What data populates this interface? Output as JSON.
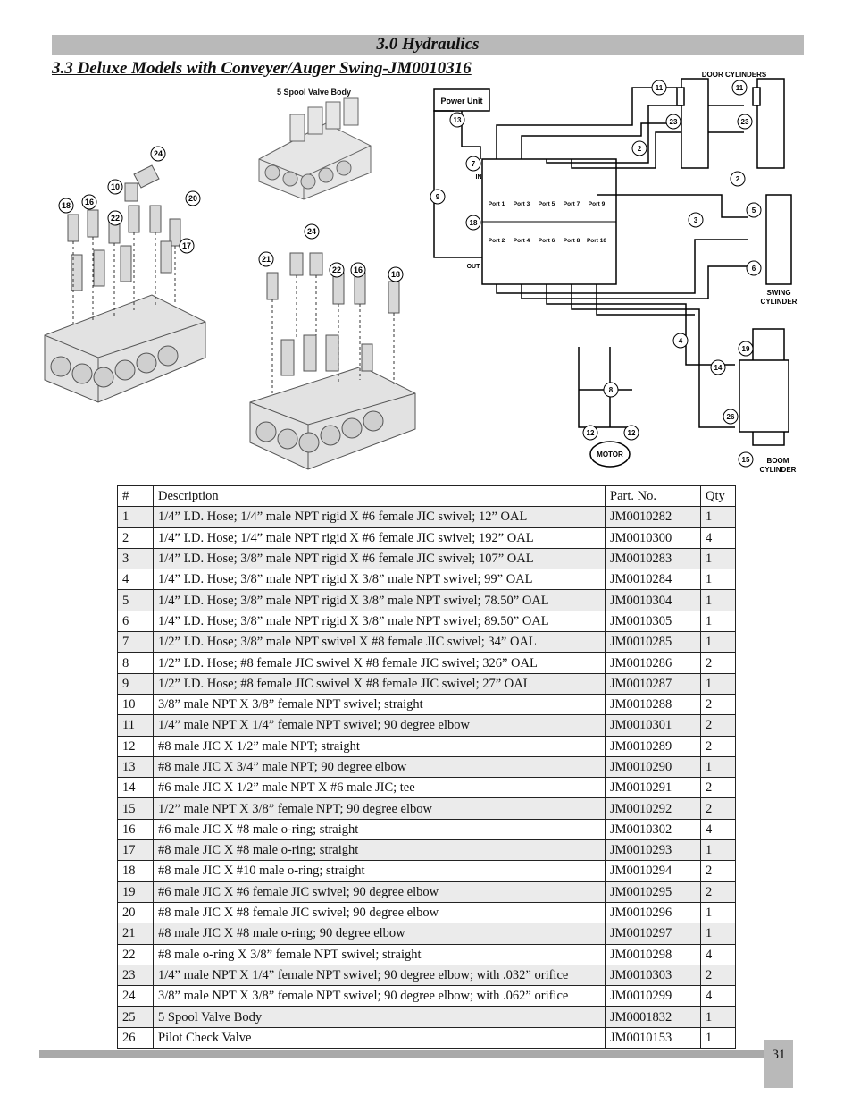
{
  "header": {
    "section_title": "3.0 Hydraulics",
    "subtitle": "3.3 Deluxe Models with Conveyer/Auger Swing-JM0010316"
  },
  "figures": {
    "valve_label": "5 Spool Valve Body",
    "left_numbers": [
      "24",
      "10",
      "20",
      "18",
      "16",
      "22",
      "17"
    ],
    "center_numbers": [
      "24",
      "21",
      "22",
      "16",
      "18"
    ],
    "schematic": {
      "power_unit": "Power Unit",
      "door_cylinders": "DOOR CYLINDERS",
      "swing_cylinder": [
        "SWING",
        "CYLINDER"
      ],
      "boom_cylinder": [
        "BOOM",
        "CYLINDER"
      ],
      "motor": "MOTOR",
      "in_label": "IN",
      "out_label": "OUT",
      "ports_top": [
        "Port 1",
        "Port 3",
        "Port 5",
        "Port 7",
        "Port 9"
      ],
      "ports_bottom": [
        "Port 2",
        "Port 4",
        "Port 6",
        "Port 8",
        "Port 10"
      ],
      "callouts": [
        "13",
        "7",
        "9",
        "18",
        "11",
        "23",
        "11",
        "23",
        "2",
        "2",
        "5",
        "3",
        "6",
        "4",
        "19",
        "14",
        "26",
        "15",
        "8",
        "12",
        "12"
      ]
    }
  },
  "table": {
    "headers": [
      "#",
      "Description",
      "Part. No.",
      "Qty"
    ],
    "rows": [
      [
        "1",
        "1/4” I.D. Hose; 1/4” male NPT rigid X #6 female JIC swivel; 12” OAL",
        "JM0010282",
        "1"
      ],
      [
        "2",
        "1/4” I.D. Hose; 1/4” male NPT rigid X #6 female JIC swivel; 192” OAL",
        "JM0010300",
        "4"
      ],
      [
        "3",
        "1/4” I.D. Hose; 3/8” male NPT rigid X #6 female JIC swivel; 107” OAL",
        "JM0010283",
        "1"
      ],
      [
        "4",
        "1/4” I.D. Hose; 3/8” male NPT rigid X 3/8” male NPT swivel; 99” OAL",
        "JM0010284",
        "1"
      ],
      [
        "5",
        "1/4” I.D. Hose; 3/8” male NPT rigid X 3/8” male NPT swivel; 78.50” OAL",
        "JM0010304",
        "1"
      ],
      [
        "6",
        "1/4” I.D. Hose; 3/8” male NPT rigid X 3/8” male NPT swivel; 89.50” OAL",
        "JM0010305",
        "1"
      ],
      [
        "7",
        "1/2” I.D. Hose; 3/8” male NPT swivel X #8 female JIC swivel; 34” OAL",
        "JM0010285",
        "1"
      ],
      [
        "8",
        "1/2” I.D. Hose; #8 female JIC swivel X #8 female JIC swivel; 326” OAL",
        "JM0010286",
        "2"
      ],
      [
        "9",
        "1/2” I.D. Hose; #8 female JIC swivel X #8 female JIC swivel; 27” OAL",
        "JM0010287",
        "1"
      ],
      [
        "10",
        "3/8” male NPT X 3/8” female NPT swivel; straight",
        "JM0010288",
        "2"
      ],
      [
        "11",
        "1/4” male NPT X 1/4” female NPT swivel; 90 degree elbow",
        "JM0010301",
        "2"
      ],
      [
        "12",
        "#8 male JIC X 1/2” male NPT; straight",
        "JM0010289",
        "2"
      ],
      [
        "13",
        "#8 male JIC X 3/4” male NPT; 90 degree elbow",
        "JM0010290",
        "1"
      ],
      [
        "14",
        "#6 male JIC X 1/2” male NPT X #6 male JIC; tee",
        "JM0010291",
        "2"
      ],
      [
        "15",
        "1/2” male NPT X 3/8” female NPT; 90 degree elbow",
        "JM0010292",
        "2"
      ],
      [
        "16",
        "#6 male JIC X #8 male o-ring; straight",
        "JM0010302",
        "4"
      ],
      [
        "17",
        "#8 male JIC X #8 male o-ring; straight",
        "JM0010293",
        "1"
      ],
      [
        "18",
        "#8 male JIC X #10 male o-ring; straight",
        "JM0010294",
        "2"
      ],
      [
        "19",
        "#6 male JIC X #6 female JIC swivel; 90 degree elbow",
        "JM0010295",
        "2"
      ],
      [
        "20",
        "#8 male JIC X #8 female JIC swivel; 90 degree elbow",
        "JM0010296",
        "1"
      ],
      [
        "21",
        "#8 male JIC X #8 male o-ring; 90 degree elbow",
        "JM0010297",
        "1"
      ],
      [
        "22",
        "#8 male o-ring X 3/8” female NPT swivel; straight",
        "JM0010298",
        "4"
      ],
      [
        "23",
        "1/4” male NPT X 1/4” female NPT swivel; 90 degree elbow; with .032” orifice",
        "JM0010303",
        "2"
      ],
      [
        "24",
        "3/8” male NPT X 3/8” female NPT swivel; 90 degree elbow; with .062” orifice",
        "JM0010299",
        "4"
      ],
      [
        "25",
        "5 Spool Valve Body",
        "JM0001832",
        "1"
      ],
      [
        "26",
        "Pilot Check Valve",
        "JM0010153",
        "1"
      ]
    ]
  },
  "footer": {
    "page_number": "31"
  }
}
